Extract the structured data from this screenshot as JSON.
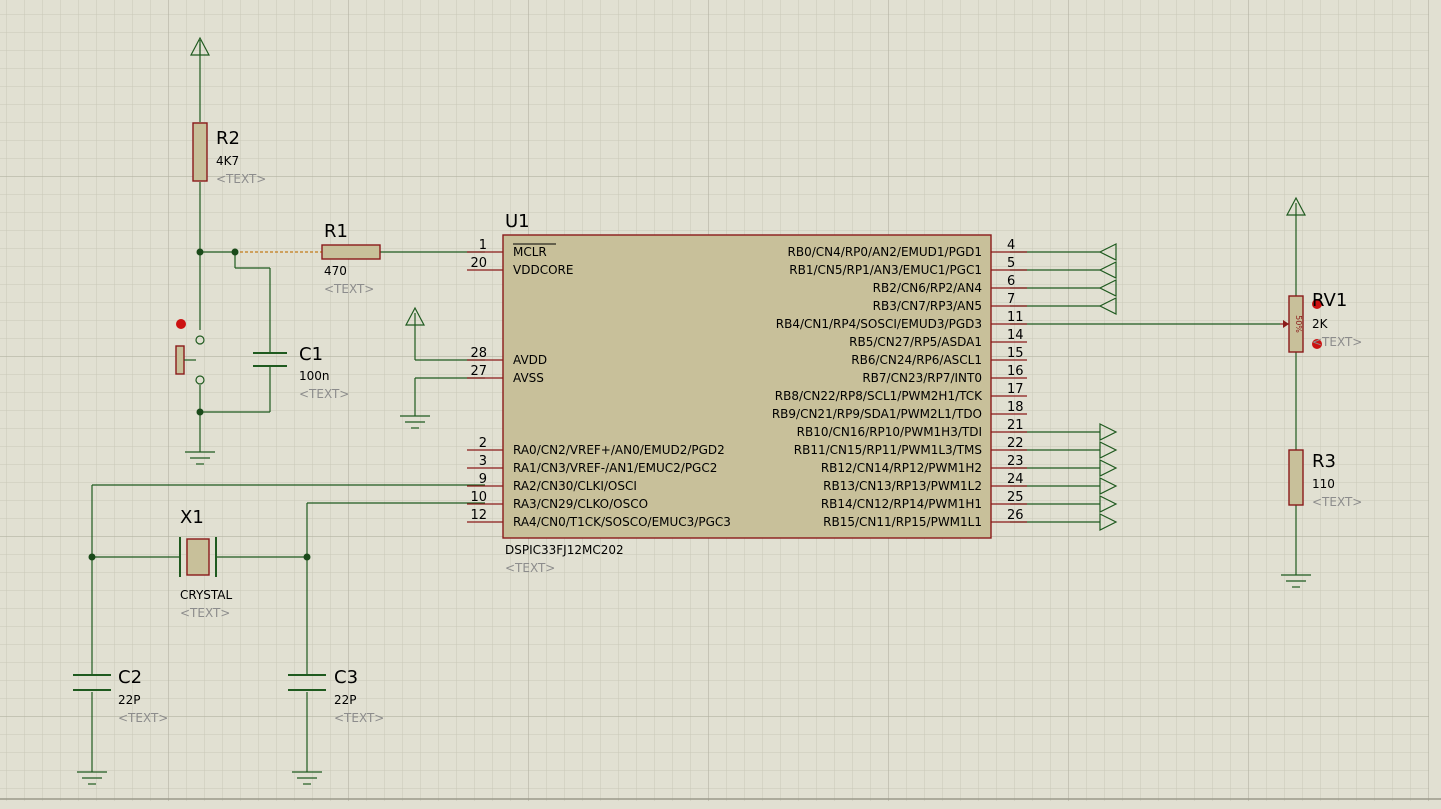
{
  "u1": {
    "ref": "U1",
    "part": "DSPIC33FJ12MC202",
    "text": "<TEXT>",
    "left_pins": [
      {
        "num": "1",
        "name": "MCLR"
      },
      {
        "num": "20",
        "name": "VDDCORE"
      },
      {
        "num": "28",
        "name": "AVDD"
      },
      {
        "num": "27",
        "name": "AVSS"
      },
      {
        "num": "2",
        "name": "RA0/CN2/VREF+/AN0/EMUD2/PGD2"
      },
      {
        "num": "3",
        "name": "RA1/CN3/VREF-/AN1/EMUC2/PGC2"
      },
      {
        "num": "9",
        "name": "RA2/CN30/CLKI/OSCI"
      },
      {
        "num": "10",
        "name": "RA3/CN29/CLKO/OSCO"
      },
      {
        "num": "12",
        "name": "RA4/CN0/T1CK/SOSCO/EMUC3/PGC3"
      }
    ],
    "right_pins": [
      {
        "num": "4",
        "name": "RB0/CN4/RP0/AN2/EMUD1/PGD1"
      },
      {
        "num": "5",
        "name": "RB1/CN5/RP1/AN3/EMUC1/PGC1"
      },
      {
        "num": "6",
        "name": "RB2/CN6/RP2/AN4"
      },
      {
        "num": "7",
        "name": "RB3/CN7/RP3/AN5"
      },
      {
        "num": "11",
        "name": "RB4/CN1/RP4/SOSCI/EMUD3/PGD3"
      },
      {
        "num": "14",
        "name": "RB5/CN27/RP5/ASDA1"
      },
      {
        "num": "15",
        "name": "RB6/CN24/RP6/ASCL1"
      },
      {
        "num": "16",
        "name": "RB7/CN23/RP7/INT0"
      },
      {
        "num": "17",
        "name": "RB8/CN22/RP8/SCL1/PWM2H1/TCK"
      },
      {
        "num": "18",
        "name": "RB9/CN21/RP9/SDA1/PWM2L1/TDO"
      },
      {
        "num": "21",
        "name": "RB10/CN16/RP10/PWM1H3/TDI"
      },
      {
        "num": "22",
        "name": "RB11/CN15/RP11/PWM1L3/TMS"
      },
      {
        "num": "23",
        "name": "RB12/CN14/RP12/PWM1H2"
      },
      {
        "num": "24",
        "name": "RB13/CN13/RP13/PWM1L2"
      },
      {
        "num": "25",
        "name": "RB14/CN12/RP14/PWM1H1"
      },
      {
        "num": "26",
        "name": "RB15/CN11/RP15/PWM1L1"
      }
    ]
  },
  "r1": {
    "ref": "R1",
    "value": "470",
    "text": "<TEXT>"
  },
  "r2": {
    "ref": "R2",
    "value": "4K7",
    "text": "<TEXT>"
  },
  "r3": {
    "ref": "R3",
    "value": "110",
    "text": "<TEXT>"
  },
  "rv1": {
    "ref": "RV1",
    "value": "2K",
    "text": "<TEXT>",
    "wiper_label": "50%"
  },
  "c1": {
    "ref": "C1",
    "value": "100n",
    "text": "<TEXT>"
  },
  "c2": {
    "ref": "C2",
    "value": "22P",
    "text": "<TEXT>"
  },
  "c3": {
    "ref": "C3",
    "value": "22P",
    "text": "<TEXT>"
  },
  "x1": {
    "ref": "X1",
    "value": "CRYSTAL",
    "text": "<TEXT>"
  },
  "colors": {
    "background": "#e1e0d2",
    "grid_minor": "#c9c8b8",
    "grid_major": "#b3b2a2",
    "wire": "#1f5a1f",
    "component_outline": "#8b1a1a",
    "component_fill": "#c8c09a",
    "junction": "#1a4a1a",
    "pin_marker": "#cc1111",
    "text_placeholder": "#8c8c8c"
  }
}
